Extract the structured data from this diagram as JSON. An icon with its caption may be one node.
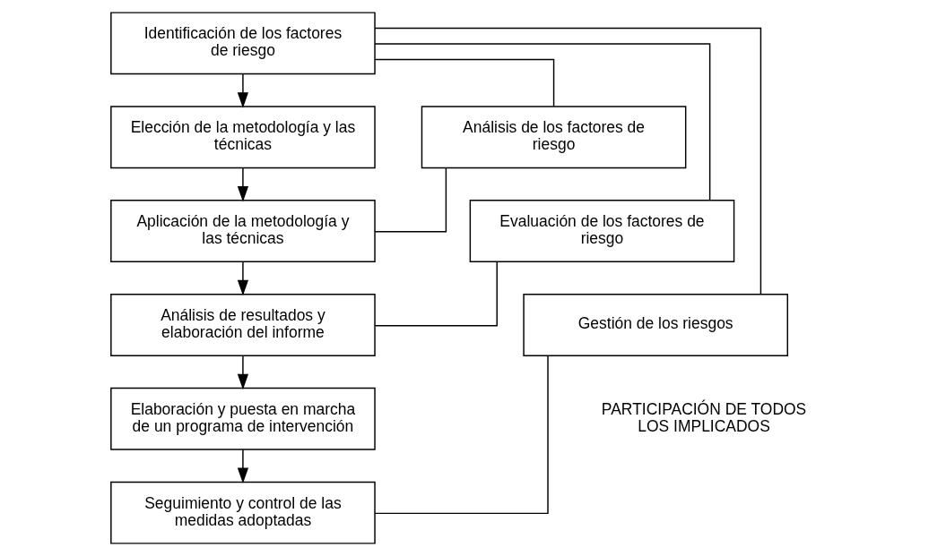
{
  "diagram": {
    "nodes": [
      {
        "text": [
          "Identificación de los factores de riesgo"
        ]
      },
      {
        "text": [
          "Elección de la metodología y las técnicas"
        ]
      },
      {
        "text": [
          "Análisis de los factores de riesgo"
        ]
      },
      {
        "text": [
          "Aplicación de la metodología y las técnicas"
        ]
      },
      {
        "text": [
          "Evaluación de los factores de riesgo"
        ]
      },
      {
        "text": [
          "Análisis de resultados y elaboración del informe"
        ]
      },
      {
        "text": [
          "Gestión de los riesgos"
        ]
      },
      {
        "text": [
          "Elaboración y puesta en marcha de un programa de intervención"
        ]
      },
      {
        "text": [
          "Seguimiento y control de las medidas adoptadas"
        ]
      }
    ],
    "edges": [
      {
        "from": 0,
        "to": 1,
        "arrow": "to"
      },
      {
        "from": 1,
        "to": 3,
        "arrow": "to"
      },
      {
        "from": 3,
        "to": 5,
        "arrow": "to"
      },
      {
        "from": 5,
        "to": 7,
        "arrow": "to"
      },
      {
        "from": 7,
        "to": 8,
        "arrow": "to"
      },
      {
        "from": 0,
        "to": 2,
        "arrow": "none"
      },
      {
        "from": 2,
        "to": 3,
        "arrow": "none"
      },
      {
        "from": 0,
        "to": 4,
        "arrow": "none"
      },
      {
        "from": 4,
        "to": 5,
        "arrow": "none"
      },
      {
        "from": 0,
        "to": 6,
        "arrow": "none"
      },
      {
        "from": 6,
        "to": 8,
        "arrow": "none"
      }
    ],
    "labels": [
      "PARTICIPACIÓN DE TODOS LOS IMPLICADOS"
    ]
  }
}
